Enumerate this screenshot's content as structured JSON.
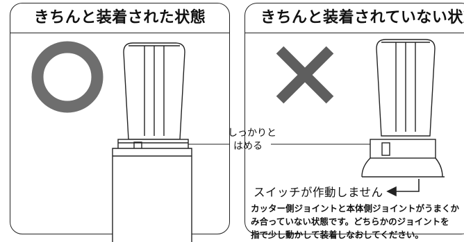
{
  "left_panel": {
    "title": "きちんと装着された状態",
    "symbol": "circle-mark"
  },
  "right_panel": {
    "title": "きちんと装着されていない状態",
    "symbol": "cross-mark"
  },
  "annotation_firm": {
    "line1": "しっかりと",
    "line2": "はめる"
  },
  "switch_note": "スイッチが作動しません",
  "fix_note": {
    "line1": "カッター側ジョイントと本体側ジョイントがうまくか",
    "line2": "み合っていない状態です。どちらかのジョイントを",
    "line3": "指で少し動かして装着しなおしてください。"
  },
  "colors": {
    "circle_mark": "#6e6e6e",
    "cross_mark": "#5e5e5e",
    "line": "#222222"
  }
}
